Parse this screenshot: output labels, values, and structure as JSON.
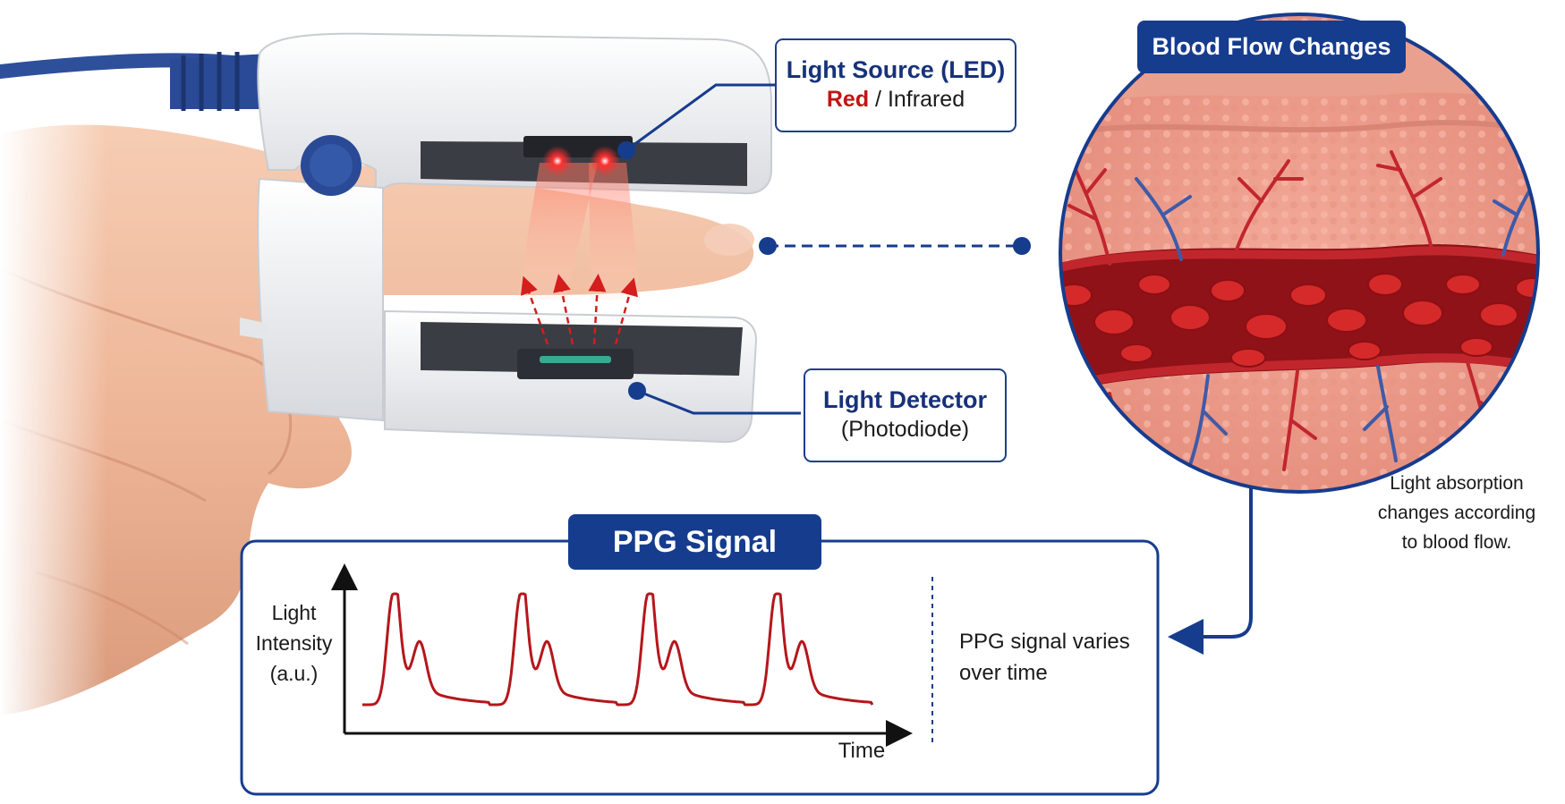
{
  "light_source": {
    "title": "Light Source (LED)",
    "red": "Red",
    "separator": " / ",
    "infrared": "Infrared"
  },
  "light_detector": {
    "title": "Light Detector",
    "subtitle": "(Photodiode)"
  },
  "blood_flow": {
    "title": "Blood Flow Changes",
    "note_lines": [
      "Light absorption",
      "changes according",
      "to blood flow."
    ]
  },
  "ppg": {
    "title": "PPG Signal",
    "y_label_lines": [
      "Light",
      "Intensity",
      "(a.u.)"
    ],
    "x_label": "Time",
    "caption_lines": [
      "PPG signal varies",
      "over time"
    ],
    "pulse_count": 4
  },
  "colors": {
    "accent": "#163c8e",
    "signal": "#b5161b",
    "led": "#e51c1c",
    "skin": "#f2bfa3"
  }
}
